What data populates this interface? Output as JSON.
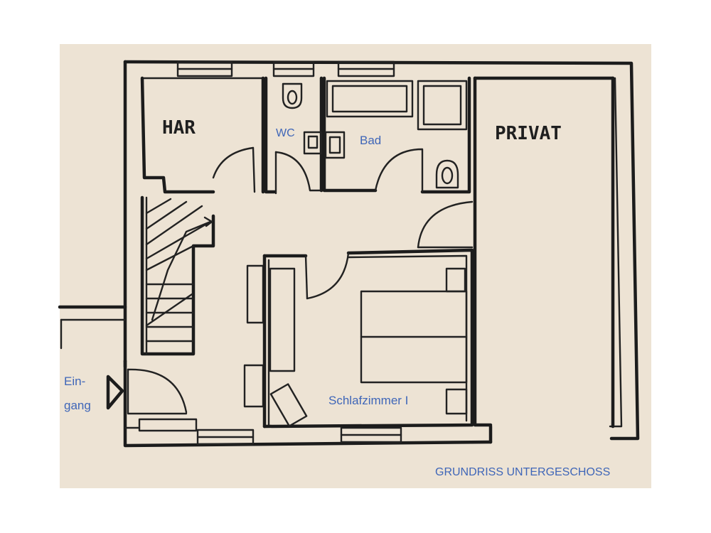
{
  "colors": {
    "paper": "#ede3d4",
    "ink": "#1c1c1c",
    "label_blue": "#3f66b8"
  },
  "labels": {
    "har": "HAR",
    "privat": "PRIVAT",
    "wc": "WC",
    "bad": "Bad",
    "eingang_line1": "Ein-",
    "eingang_line2": "gang",
    "schlafzimmer": "Schlafzimmer I"
  },
  "caption": "GRUNDRISS UNTERGESCHOSS"
}
